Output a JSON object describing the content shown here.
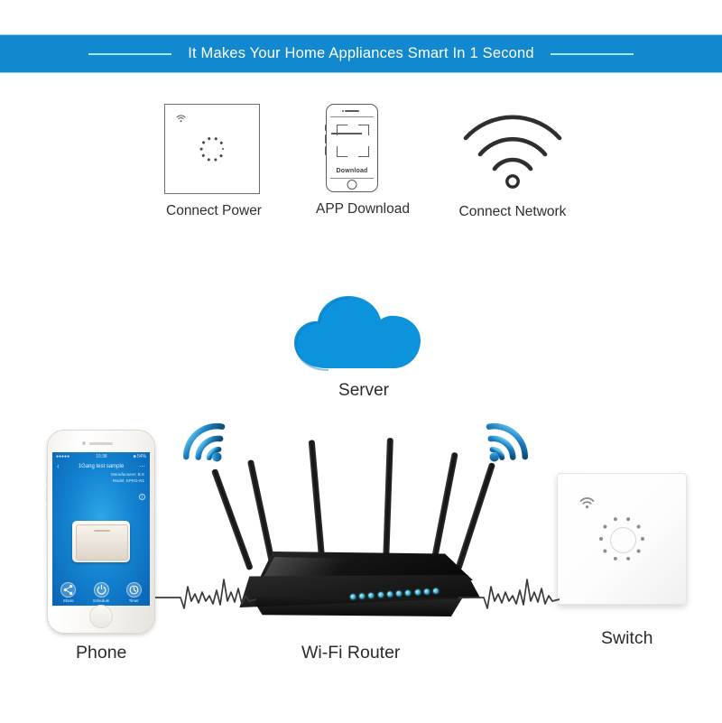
{
  "banner": {
    "title": "It Makes Your Home Appliances Smart In 1 Second",
    "bg_color": "#1288CE",
    "rule_color": "#9FE6F2",
    "text_color": "#FFFFFF"
  },
  "steps": [
    {
      "id": "connect-power",
      "label": "Connect Power",
      "icon": "wall-switch-outline-icon"
    },
    {
      "id": "app-download",
      "label": "APP Download",
      "icon": "phone-qr-download-icon",
      "screen_text": "Download"
    },
    {
      "id": "connect-network",
      "label": "Connect Network",
      "icon": "wifi-outline-icon"
    }
  ],
  "cloud": {
    "label": "Server",
    "color": "#0D93DC",
    "icon": "cloud-icon"
  },
  "scene": {
    "phone": {
      "label": "Phone",
      "app": {
        "status_left": "●●●●●",
        "status_time": "10:38",
        "status_right": "■ 54%",
        "title": "1Gang test sample",
        "back_icon": "chevron-left-icon",
        "more_icon": "more-options-icon",
        "meta": [
          "Manufacturer: B.S",
          "Model: KPKG-N1"
        ],
        "info_icon": "info-circle-icon",
        "actions": [
          {
            "label": "Share",
            "icon": "share-icon"
          },
          {
            "label": "Schedule",
            "icon": "schedule-power-icon"
          },
          {
            "label": "Timer",
            "icon": "timer-clock-icon"
          }
        ]
      }
    },
    "router": {
      "label": "Wi-Fi Router",
      "antenna_count": 6,
      "led_count": 10,
      "led_color": "#2AA6CF"
    },
    "switch": {
      "label": "Switch",
      "wifi_icon": "wifi-icon",
      "indicator_dots": 10
    },
    "wifi_signals": [
      {
        "id": "wifi-signal-left",
        "icon": "wifi-signal-icon"
      },
      {
        "id": "wifi-signal-right",
        "icon": "wifi-signal-icon"
      }
    ],
    "connections": [
      {
        "id": "wave-phone-to-router",
        "icon": "signal-waveform-icon"
      },
      {
        "id": "wave-router-to-switch",
        "icon": "signal-waveform-icon"
      }
    ]
  }
}
